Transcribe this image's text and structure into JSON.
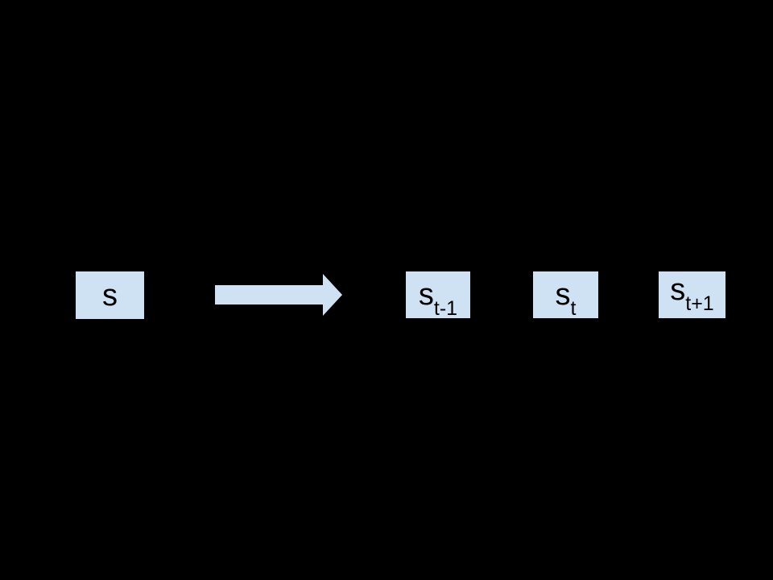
{
  "slide": {
    "background_color": "#000000",
    "shape_fill_color": "#cfe2f3",
    "text_color": "#000000"
  },
  "diagram": {
    "description": "state unrolling diagram: single state s expands via right arrow into time-indexed states",
    "source_state": {
      "base": "s",
      "subscript": ""
    },
    "arrow": {
      "icon": "right-arrow",
      "direction": "right"
    },
    "unrolled_states": [
      {
        "base": "s",
        "subscript": "t-1"
      },
      {
        "base": "s",
        "subscript": "t"
      },
      {
        "base": "s",
        "subscript": "t+1"
      }
    ]
  }
}
